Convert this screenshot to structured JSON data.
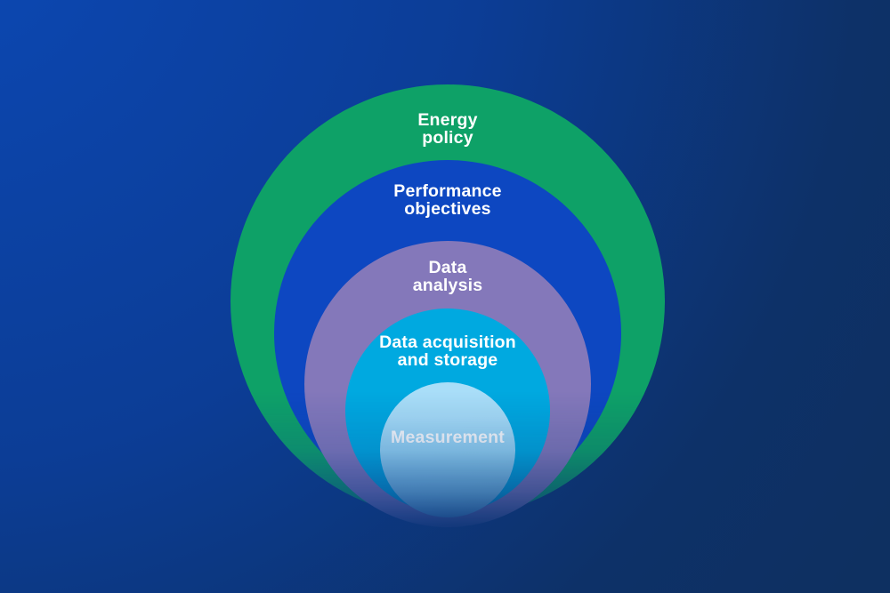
{
  "diagram": {
    "type": "concentric-onion-diagram",
    "rings": [
      {
        "label": "Energy\npolicy",
        "color": "#0EA167"
      },
      {
        "label": "Performance\nobjectives",
        "color": "#0D47C1"
      },
      {
        "label": "Data\nanalysis",
        "color": "#8478BA"
      },
      {
        "label": "Data acquisition\nand storage",
        "color": "#00A9E0"
      },
      {
        "label": "Measurement",
        "color": "#A9DEF8",
        "color_bottom": "#74C8F0"
      }
    ],
    "label_color": "#FFFFFF"
  },
  "canvas": {
    "background_gradient": {
      "top_left": "#0C48B4",
      "middle": "#0C3D96",
      "outer": "#0D3168",
      "bottom_right": "#0E3061"
    }
  }
}
